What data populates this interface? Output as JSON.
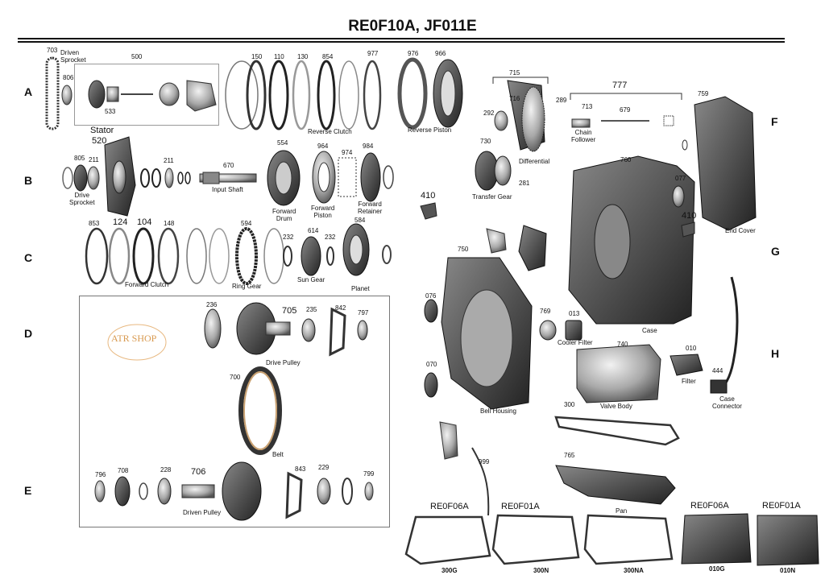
{
  "title": "RE0F10A, JF011E",
  "rows": [
    "A",
    "B",
    "C",
    "D",
    "E",
    "F",
    "G",
    "H"
  ],
  "watermark": "ATR SHOP",
  "labels": {
    "driven_sprocket": "Driven\nSprocket",
    "reverse_clutch": "Reverse Clutch",
    "reverse_piston": "Reverse Piston",
    "stator": "Stator",
    "drive_sprocket": "Drive\nSprocket",
    "input_shaft": "Input Shaft",
    "forward_drum": "Forward\nDrum",
    "forward_piston": "Forward\nPiston",
    "forward_retainer": "Forward\nRetainer",
    "forward_clutch": "Forward Clutch",
    "ring_gear": "Ring Gear",
    "sun_gear": "Sun Gear",
    "planet": "Planet",
    "drive_pulley": "Drive Pulley",
    "belt": "Belt",
    "driven_pulley": "Driven Pulley",
    "differential": "Differential",
    "transfer_gear": "Transfer Gear",
    "chain_follower": "Chain\nFollower",
    "end_cover": "End Cover",
    "case": "Case",
    "bell_housing": "Bell Housing",
    "cooler_filter": "Cooler Filter",
    "valve_body": "Valve Body",
    "filter": "Filter",
    "case_connector": "Case\nConnector",
    "pan": "Pan",
    "re0f06a_1": "RE0F06A",
    "re0f01a_1": "RE0F01A",
    "re0f06a_2": "RE0F06A",
    "re0f01a_2": "RE0F01A"
  },
  "numbers": {
    "n703": "703",
    "n806": "806",
    "n500": "500",
    "n533": "533",
    "n150": "150",
    "n110": "110",
    "n130": "130",
    "n854": "854",
    "n977": "977",
    "n976": "976",
    "n966": "966",
    "n520": "520",
    "n805": "805",
    "n211a": "211",
    "n211b": "211",
    "n670": "670",
    "n554": "554",
    "n964": "964",
    "n974": "974",
    "n984": "984",
    "n853": "853",
    "n124": "124",
    "n104": "104",
    "n148": "148",
    "n594": "594",
    "n232a": "232",
    "n614": "614",
    "n232b": "232",
    "n584": "584",
    "n236": "236",
    "n705": "705",
    "n235": "235",
    "n842": "842",
    "n797": "797",
    "n700": "700",
    "n796": "796",
    "n708": "708",
    "n228": "228",
    "n706": "706",
    "n843": "843",
    "n229": "229",
    "n799": "799",
    "n715": "715",
    "n716": "716",
    "n292": "292",
    "n289": "289",
    "n730": "730",
    "n281": "281",
    "n777": "777",
    "n713": "713",
    "n679": "679",
    "n759": "759",
    "n410a": "410",
    "n410b": "410",
    "n760": "760",
    "n077": "077",
    "n750": "750",
    "n076": "076",
    "n769": "769",
    "n013": "013",
    "n070": "070",
    "n740": "740",
    "n010": "010",
    "n444": "444",
    "n300": "300",
    "n999": "999",
    "n765": "765",
    "n300g": "300G",
    "n300n": "300N",
    "n300na": "300NA",
    "n010g": "010G",
    "n010n": "010N"
  }
}
